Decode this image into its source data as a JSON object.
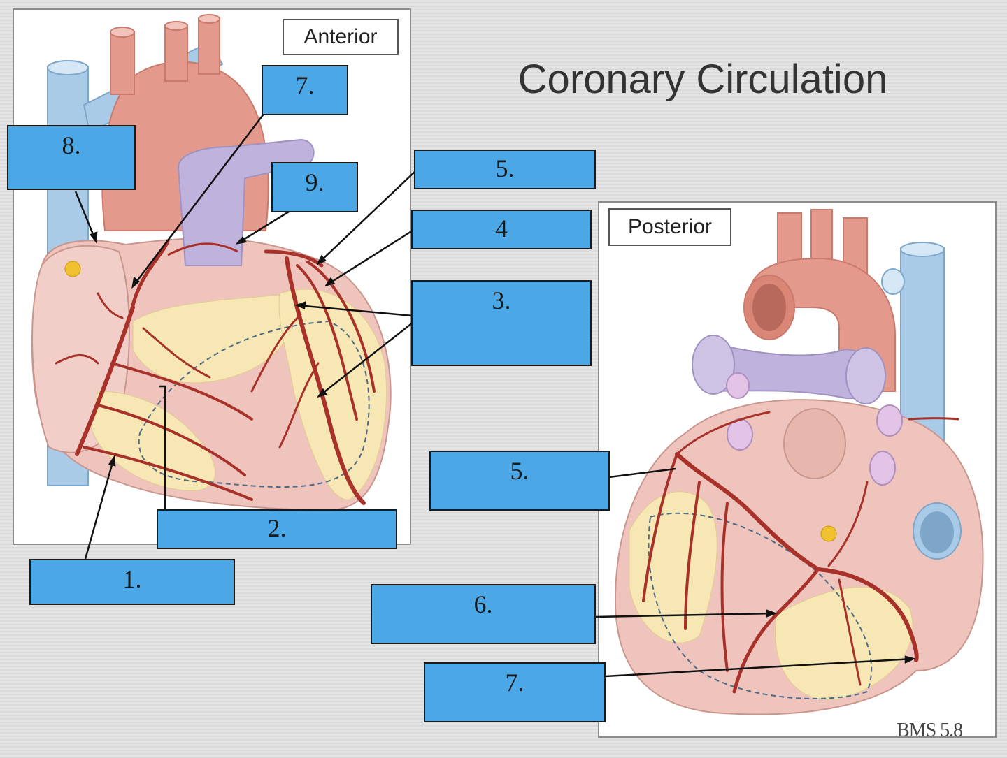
{
  "title": "Coronary Circulation",
  "source_label": "BMS 5.8",
  "views": {
    "anterior": "Anterior",
    "posterior": "Posterior"
  },
  "anterior_labels": [
    "7.",
    "8.",
    "9.",
    "5.",
    "4",
    "3.",
    "2.",
    "1."
  ],
  "posterior_labels": [
    "5.",
    "6.",
    "7."
  ],
  "colors": {
    "label_fill": "#4ba7e6",
    "artery": "#a8322a",
    "vein_blue": "#a9cbe8",
    "pulmonary_purple": "#bfb2dc",
    "aorta": "#e39a8c",
    "heart_muscle": "#efc4bd",
    "fat": "#f6e7b4"
  }
}
